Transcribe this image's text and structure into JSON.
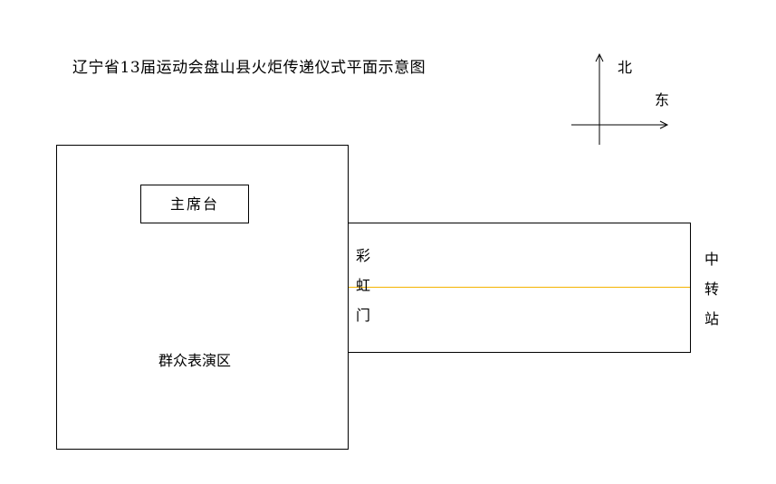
{
  "title": "辽宁省13届运动会盘山县火炬传递仪式平面示意图",
  "compass": {
    "north": "北",
    "east": "东"
  },
  "areas": {
    "tribune": "主席台",
    "performance": "群众表演区",
    "arch": [
      "彩",
      "虹",
      "门"
    ],
    "station": [
      "中",
      "转",
      "站"
    ]
  },
  "colors": {
    "route_line": "#f4b400",
    "outline": "#000000"
  }
}
